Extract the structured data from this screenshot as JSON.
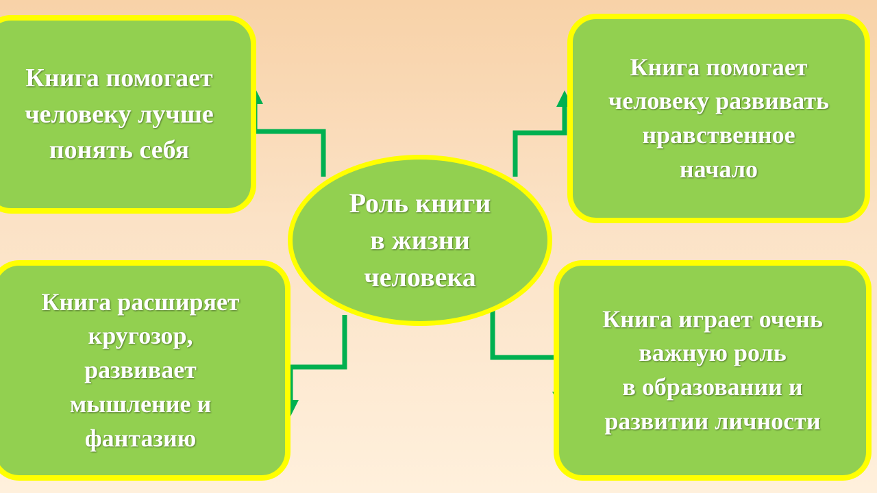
{
  "diagram": {
    "center": {
      "text": "Роль книги\nв жизни\nчеловека"
    },
    "nodes": [
      {
        "id": "top-left",
        "text": "Книга помогает\nчеловеку лучше\nпонять себя"
      },
      {
        "id": "top-right",
        "text": "Книга помогает\nчеловеку развивать\nнравственное\nначало"
      },
      {
        "id": "bottom-left",
        "text": "Книга расширяет\nкругозор,\nразвивает\nмышление и\nфантазию"
      },
      {
        "id": "bottom-right",
        "text": "Книга играет очень\nважную роль\nв образовании и\nразвитии личности"
      }
    ],
    "colors": {
      "box_fill": "#92d050",
      "box_border": "#ffff00",
      "arrow": "#00b050",
      "text": "#ffffff",
      "background": "#fbe2c6"
    }
  }
}
